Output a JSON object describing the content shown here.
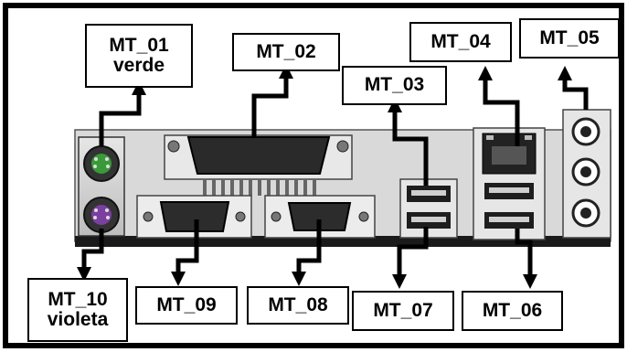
{
  "labels": [
    {
      "id": "mt01",
      "code": "MT_01",
      "color": "verde"
    },
    {
      "id": "mt02",
      "code": "MT_02"
    },
    {
      "id": "mt03",
      "code": "MT_03"
    },
    {
      "id": "mt04",
      "code": "MT_04"
    },
    {
      "id": "mt05",
      "code": "MT_05"
    },
    {
      "id": "mt06",
      "code": "MT_06"
    },
    {
      "id": "mt07",
      "code": "MT_07"
    },
    {
      "id": "mt08",
      "code": "MT_08"
    },
    {
      "id": "mt09",
      "code": "MT_09"
    },
    {
      "id": "mt10",
      "code": "MT_10",
      "color": "violeta"
    }
  ],
  "colors": {
    "ps2_keyboard": "#7b3fa0",
    "ps2_mouse": "#3a9a3a",
    "line_color": "#000000"
  }
}
